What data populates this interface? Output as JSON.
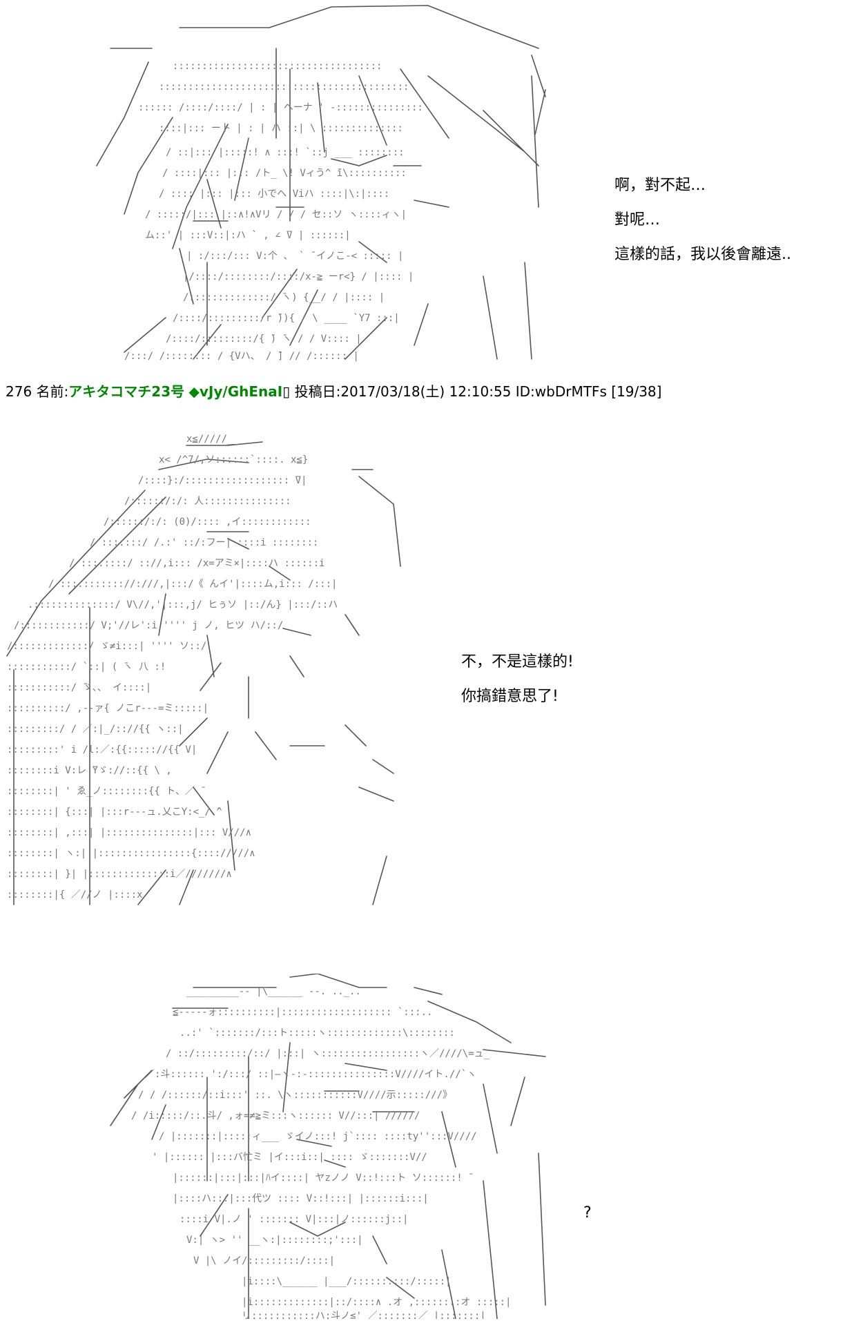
{
  "panel1": {
    "dialogue": [
      "啊，對不起…",
      "對呢…",
      "這樣的話，我以後會離遠.."
    ]
  },
  "post": {
    "number": "276",
    "name_label": "名前:",
    "name": "アキタコマチ23号",
    "trip": "◆vJy/GhEnaI",
    "box": "▯",
    "date_label": "投稿日:",
    "date": "2017/03/18(土) 12:10:55",
    "id": "ID:wbDrMTFs",
    "count": "[19/38]"
  },
  "panel2": {
    "dialogue": [
      "不，不是這樣的!",
      "你搞錯意思了!"
    ]
  },
  "panel3": {
    "dialogue": [
      "?"
    ]
  }
}
